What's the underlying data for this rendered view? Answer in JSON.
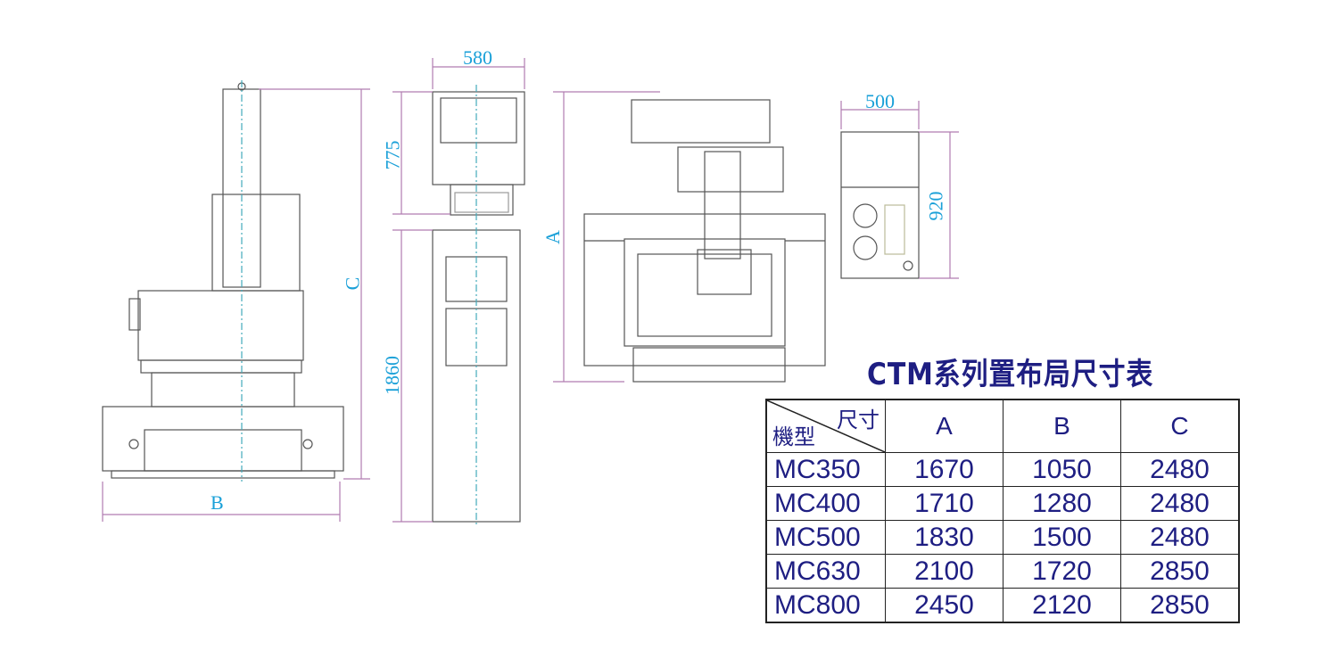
{
  "drawing_labels": {
    "front_width": "B",
    "front_height": "C",
    "cabinet_width": "580",
    "monitor_height": "775",
    "cabinet_height": "1860",
    "top_depth": "A",
    "unit_width": "500",
    "unit_height": "920"
  },
  "title": "CTM系列置布局尺寸表",
  "table": {
    "corner_top": "尺寸",
    "corner_bottom": "機型",
    "columns": [
      "A",
      "B",
      "C"
    ],
    "rows": [
      {
        "model": "MC350",
        "values": [
          "1670",
          "1050",
          "2480"
        ]
      },
      {
        "model": "MC400",
        "values": [
          "1710",
          "1280",
          "2480"
        ]
      },
      {
        "model": "MC500",
        "values": [
          "1830",
          "1500",
          "2480"
        ]
      },
      {
        "model": "MC630",
        "values": [
          "2100",
          "1720",
          "2850"
        ]
      },
      {
        "model": "MC800",
        "values": [
          "2450",
          "2120",
          "2850"
        ]
      }
    ]
  }
}
